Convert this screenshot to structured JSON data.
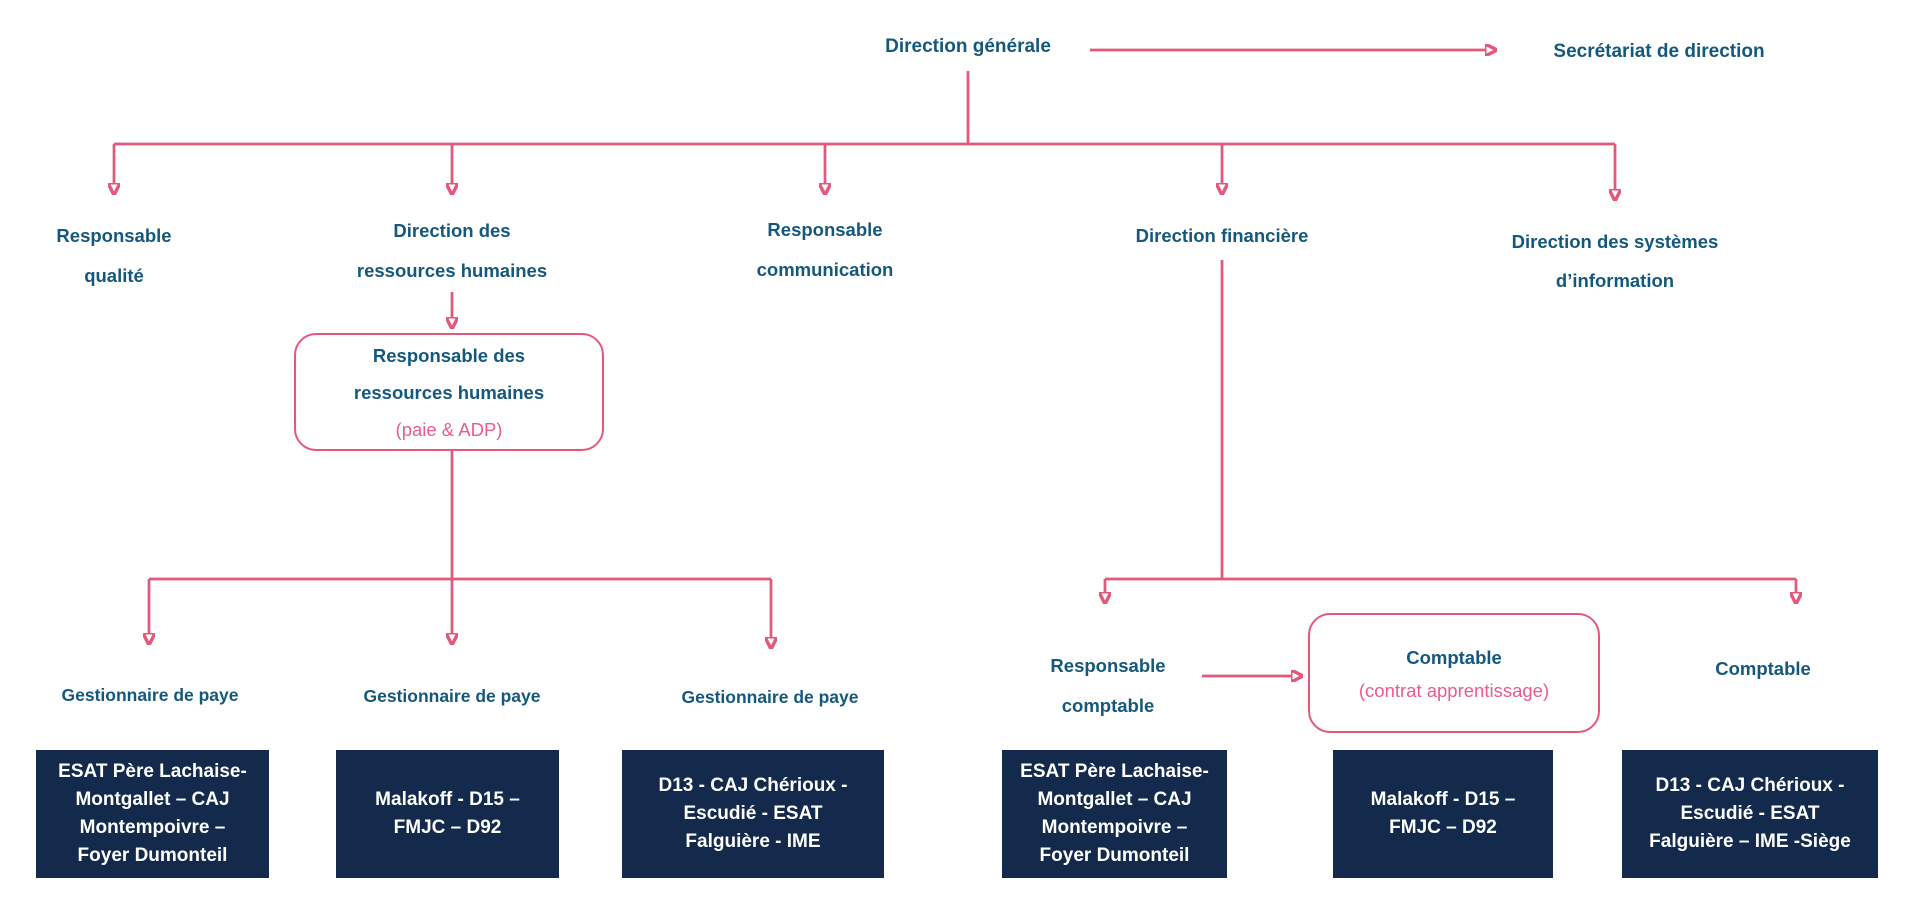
{
  "colors": {
    "heading_text": "#15587d",
    "pink": "#e4587b",
    "pink_text": "#ed5b89",
    "box_bg": "#132a4d",
    "box_text": "#ffffff"
  },
  "nodes": {
    "direction_generale": {
      "label": "Direction générale"
    },
    "secretariat": {
      "label": "Secrétariat de direction"
    },
    "responsable_qualite": {
      "label": "Responsable\nqualité"
    },
    "direction_rh": {
      "label": "Direction des\nressources humaines"
    },
    "responsable_communication": {
      "label": "Responsable\ncommunication"
    },
    "direction_financiere": {
      "label": "Direction financière"
    },
    "direction_systemes_information": {
      "label": "Direction des systèmes\nd’information"
    },
    "rrh_box": {
      "title": "Responsable des\nressources humaines",
      "subtitle": "(paie & ADP)"
    },
    "gestionnaire_paye_1": {
      "label": "Gestionnaire de paye"
    },
    "gestionnaire_paye_2": {
      "label": "Gestionnaire de paye"
    },
    "gestionnaire_paye_3": {
      "label": "Gestionnaire de paye"
    },
    "responsable_comptable": {
      "label": "Responsable\ncomptable"
    },
    "comptable_apprentissage_box": {
      "title": "Comptable",
      "subtitle": "(contrat apprentissage)"
    },
    "comptable": {
      "label": "Comptable"
    },
    "sites_paye_1": {
      "label": "ESAT Père Lachaise-\nMontgallet – CAJ\nMontempoivre –\nFoyer Dumonteil"
    },
    "sites_paye_2": {
      "label": "Malakoff - D15 –\nFMJC – D92"
    },
    "sites_paye_3": {
      "label": "D13 - CAJ Chérioux -\nEscudié - ESAT\nFalguière - IME"
    },
    "sites_compta_1": {
      "label": "ESAT Père Lachaise-\nMontgallet – CAJ\nMontempoivre –\nFoyer Dumonteil"
    },
    "sites_compta_2": {
      "label": "Malakoff - D15 –\nFMJC – D92"
    },
    "sites_compta_3": {
      "label": "D13 - CAJ Chérioux -\nEscudié - ESAT\nFalguière – IME -Siège"
    }
  }
}
